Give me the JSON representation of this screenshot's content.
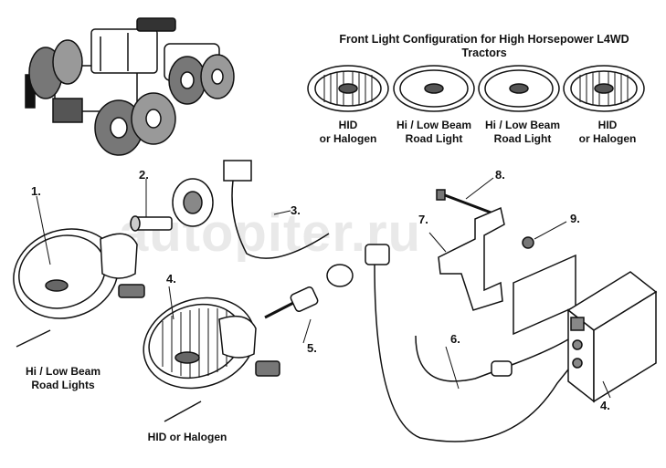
{
  "title_line1": "Front Light Configuration for High Horsepower L4WD",
  "title_line2": "Tractors",
  "config_lights": [
    {
      "line1": "HID",
      "line2": "or Halogen"
    },
    {
      "line1": "Hi / Low Beam",
      "line2": "Road Light"
    },
    {
      "line1": "Hi / Low Beam",
      "line2": "Road Light"
    },
    {
      "line1": "HID",
      "line2": "or Halogen"
    }
  ],
  "watermark": "autopiter.ru",
  "callouts": [
    "1.",
    "2.",
    "3.",
    "4.",
    "5.",
    "6.",
    "7.",
    "8.",
    "9.",
    "4."
  ],
  "caption_road_line1": "Hi / Low Beam",
  "caption_road_line2": "Road Lights",
  "caption_hid": "HID or Halogen"
}
